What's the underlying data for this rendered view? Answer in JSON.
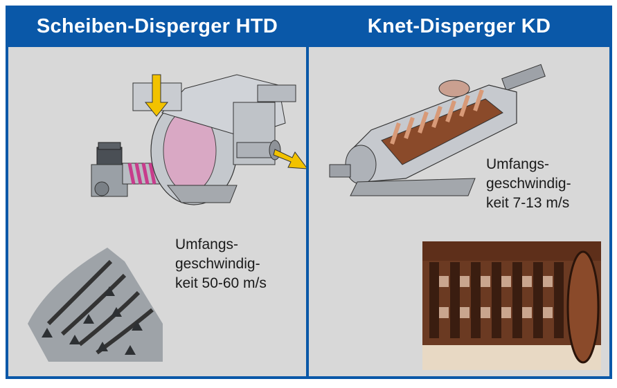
{
  "panels": {
    "left": {
      "title": "Scheiben-Disperger HTD",
      "caption_lines": [
        "Umfangs-",
        "geschwindig-",
        "keit 50-60 m/s"
      ]
    },
    "right": {
      "title": "Knet-Disperger KD",
      "caption_lines": [
        "Umfangs-",
        "geschwindig-",
        "keit 7-13 m/s"
      ]
    }
  },
  "colors": {
    "header_blue": "#0a58a8",
    "panel_gray": "#d8d8d8",
    "flow_arrow": "#f2c200",
    "rotor_pink": "#c83c8c",
    "kneader_copper": "#8a4a2a"
  }
}
